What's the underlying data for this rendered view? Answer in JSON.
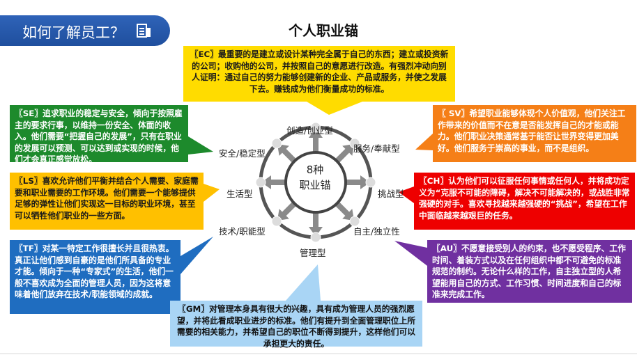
{
  "header": {
    "title": "如何了解员工？"
  },
  "main_title": "个人职业锚",
  "wheel": {
    "center_line1": "8种",
    "center_line2": "职业锚",
    "types": {
      "top": "创造/创业型",
      "top_right": "服务/奉献型",
      "right": "挑战型",
      "bottom_right": "自主/独立性",
      "bottom": "管理型",
      "bottom_left": "技术/职能型",
      "left": "生活型",
      "top_left": "安全/稳定型"
    }
  },
  "callouts": {
    "ec": "〖EC〗最重要的是建立或设计某种完全属于自己的东西；建立或投资新的公司；收购他的公司，并按照自己的意愿进行改造。有强烈冲动向别人证明：通过自己的努力能够创建新的企业、产品或服务，并使之发展下去。赚钱成为他们衡量成功的标准。",
    "se": "〖SE〗追求职业的稳定与安全，倾向于按照雇主的要求行事，以维持一份安全、体面的收入。他们需要“把握自己的发展”，只有在职业的发展可以预测、可以达到或实现的时候，他们才会真正感觉放松。",
    "sv": "〖 SV〗希望职业能够体现个人价值观，他们关注工作带来的价值而不在意是否能发挥自己的才能或能力。他们职业决策通常基于能否让世界变得更加美好。他们服务于崇高的事业，而不是组织。",
    "ls": "〖LS〗喜欢允许他们平衡并结合个人需要、家庭需要和职业需要的工作环境。他们需要一个能够提供足够的弹性让他们实现这一目标的职业环境，甚至可以牺牲他们职业的一些方面。",
    "ch": "〖CH〗认为他们可以征服任何事情或任何人，并将成功定义为“克服不可能的障碍，解决不可能解决的，或战胜非常强硬的对手。喜欢寻找越来越强硬的“挑战”，希望在工作中面临越来越艰巨的任务。",
    "tf": "〖TF〗对某一特定工作很擅长并且很热衷。真正让他们感到自豪的是他们所具备的专业才能。倾向于一种“专家式”的生活，他们一般不喜欢成为全面的管理人员，因为这将意味着他们放弃在技术/职能领域的成就。",
    "au": "〖AU〗不愿意接受别人的约束，也不愿受程序、工作时间、着装方式以及在任何组织中都不可避免的标准规范的制约。无论什么样的工作，自主独立型的人希望能用自己的方式、工作习惯、时间进度和自己的标准来完成工作。",
    "gm": "〖GM〗对管理本身具有很大的兴趣，具有成为管理人员的强烈愿望，并将此看成职业进步的标准。他们有提升到全面管理职位上所需要的相关能力，并希望自己的职位不断得到提升，这样他们可以承担更大的责任。"
  },
  "colors": {
    "header": "#2f63b8",
    "ec": "#ffdc00",
    "se": "#1d8a2c",
    "sv": "#f57f17",
    "ls": "#ffc000",
    "ch": "#ee0000",
    "tf": "#1f6dc0",
    "au": "#7030a0",
    "gm": "#a9d5f5",
    "wheel_ring": "#555555",
    "arrows": "#888888"
  },
  "icons": {
    "header": "document-chart-icon"
  }
}
